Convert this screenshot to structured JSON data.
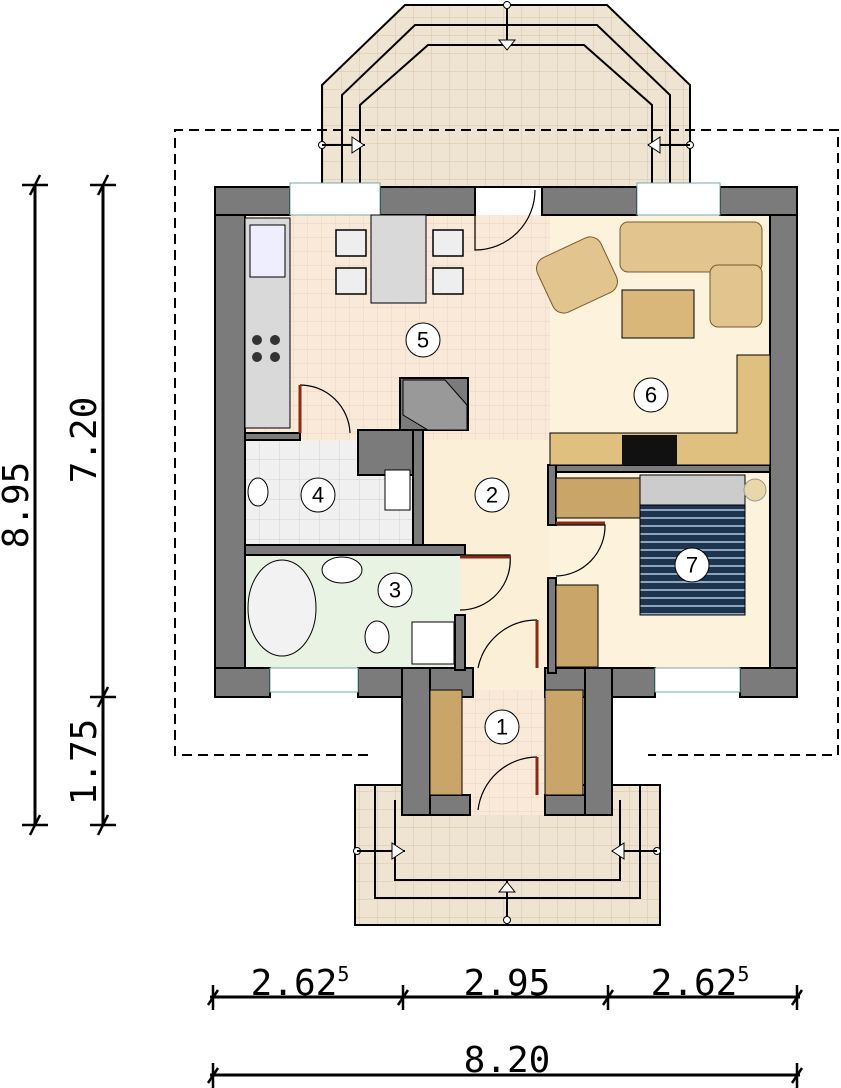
{
  "rooms": [
    {
      "number": "1"
    },
    {
      "number": "2"
    },
    {
      "number": "3"
    },
    {
      "number": "4"
    },
    {
      "number": "5"
    },
    {
      "number": "6"
    },
    {
      "number": "7"
    }
  ],
  "dimensions": {
    "vertical_total": "8.95",
    "vertical_main": "7.20",
    "vertical_entry": "1.75",
    "horizontal_left": "2.62",
    "horizontal_left_sup": "5",
    "horizontal_middle": "2.95",
    "horizontal_right": "2.62",
    "horizontal_right_sup": "5",
    "horizontal_total": "8.20"
  },
  "colors": {
    "wall": "#7b7b7b",
    "floor_tile": "#f7e6d4",
    "living_floor": "#fdf3dc",
    "bath_floor": "#e6f2e2",
    "wc_floor": "#eeeeee",
    "furniture": "#d9b77a",
    "bed": "#1e3550"
  }
}
